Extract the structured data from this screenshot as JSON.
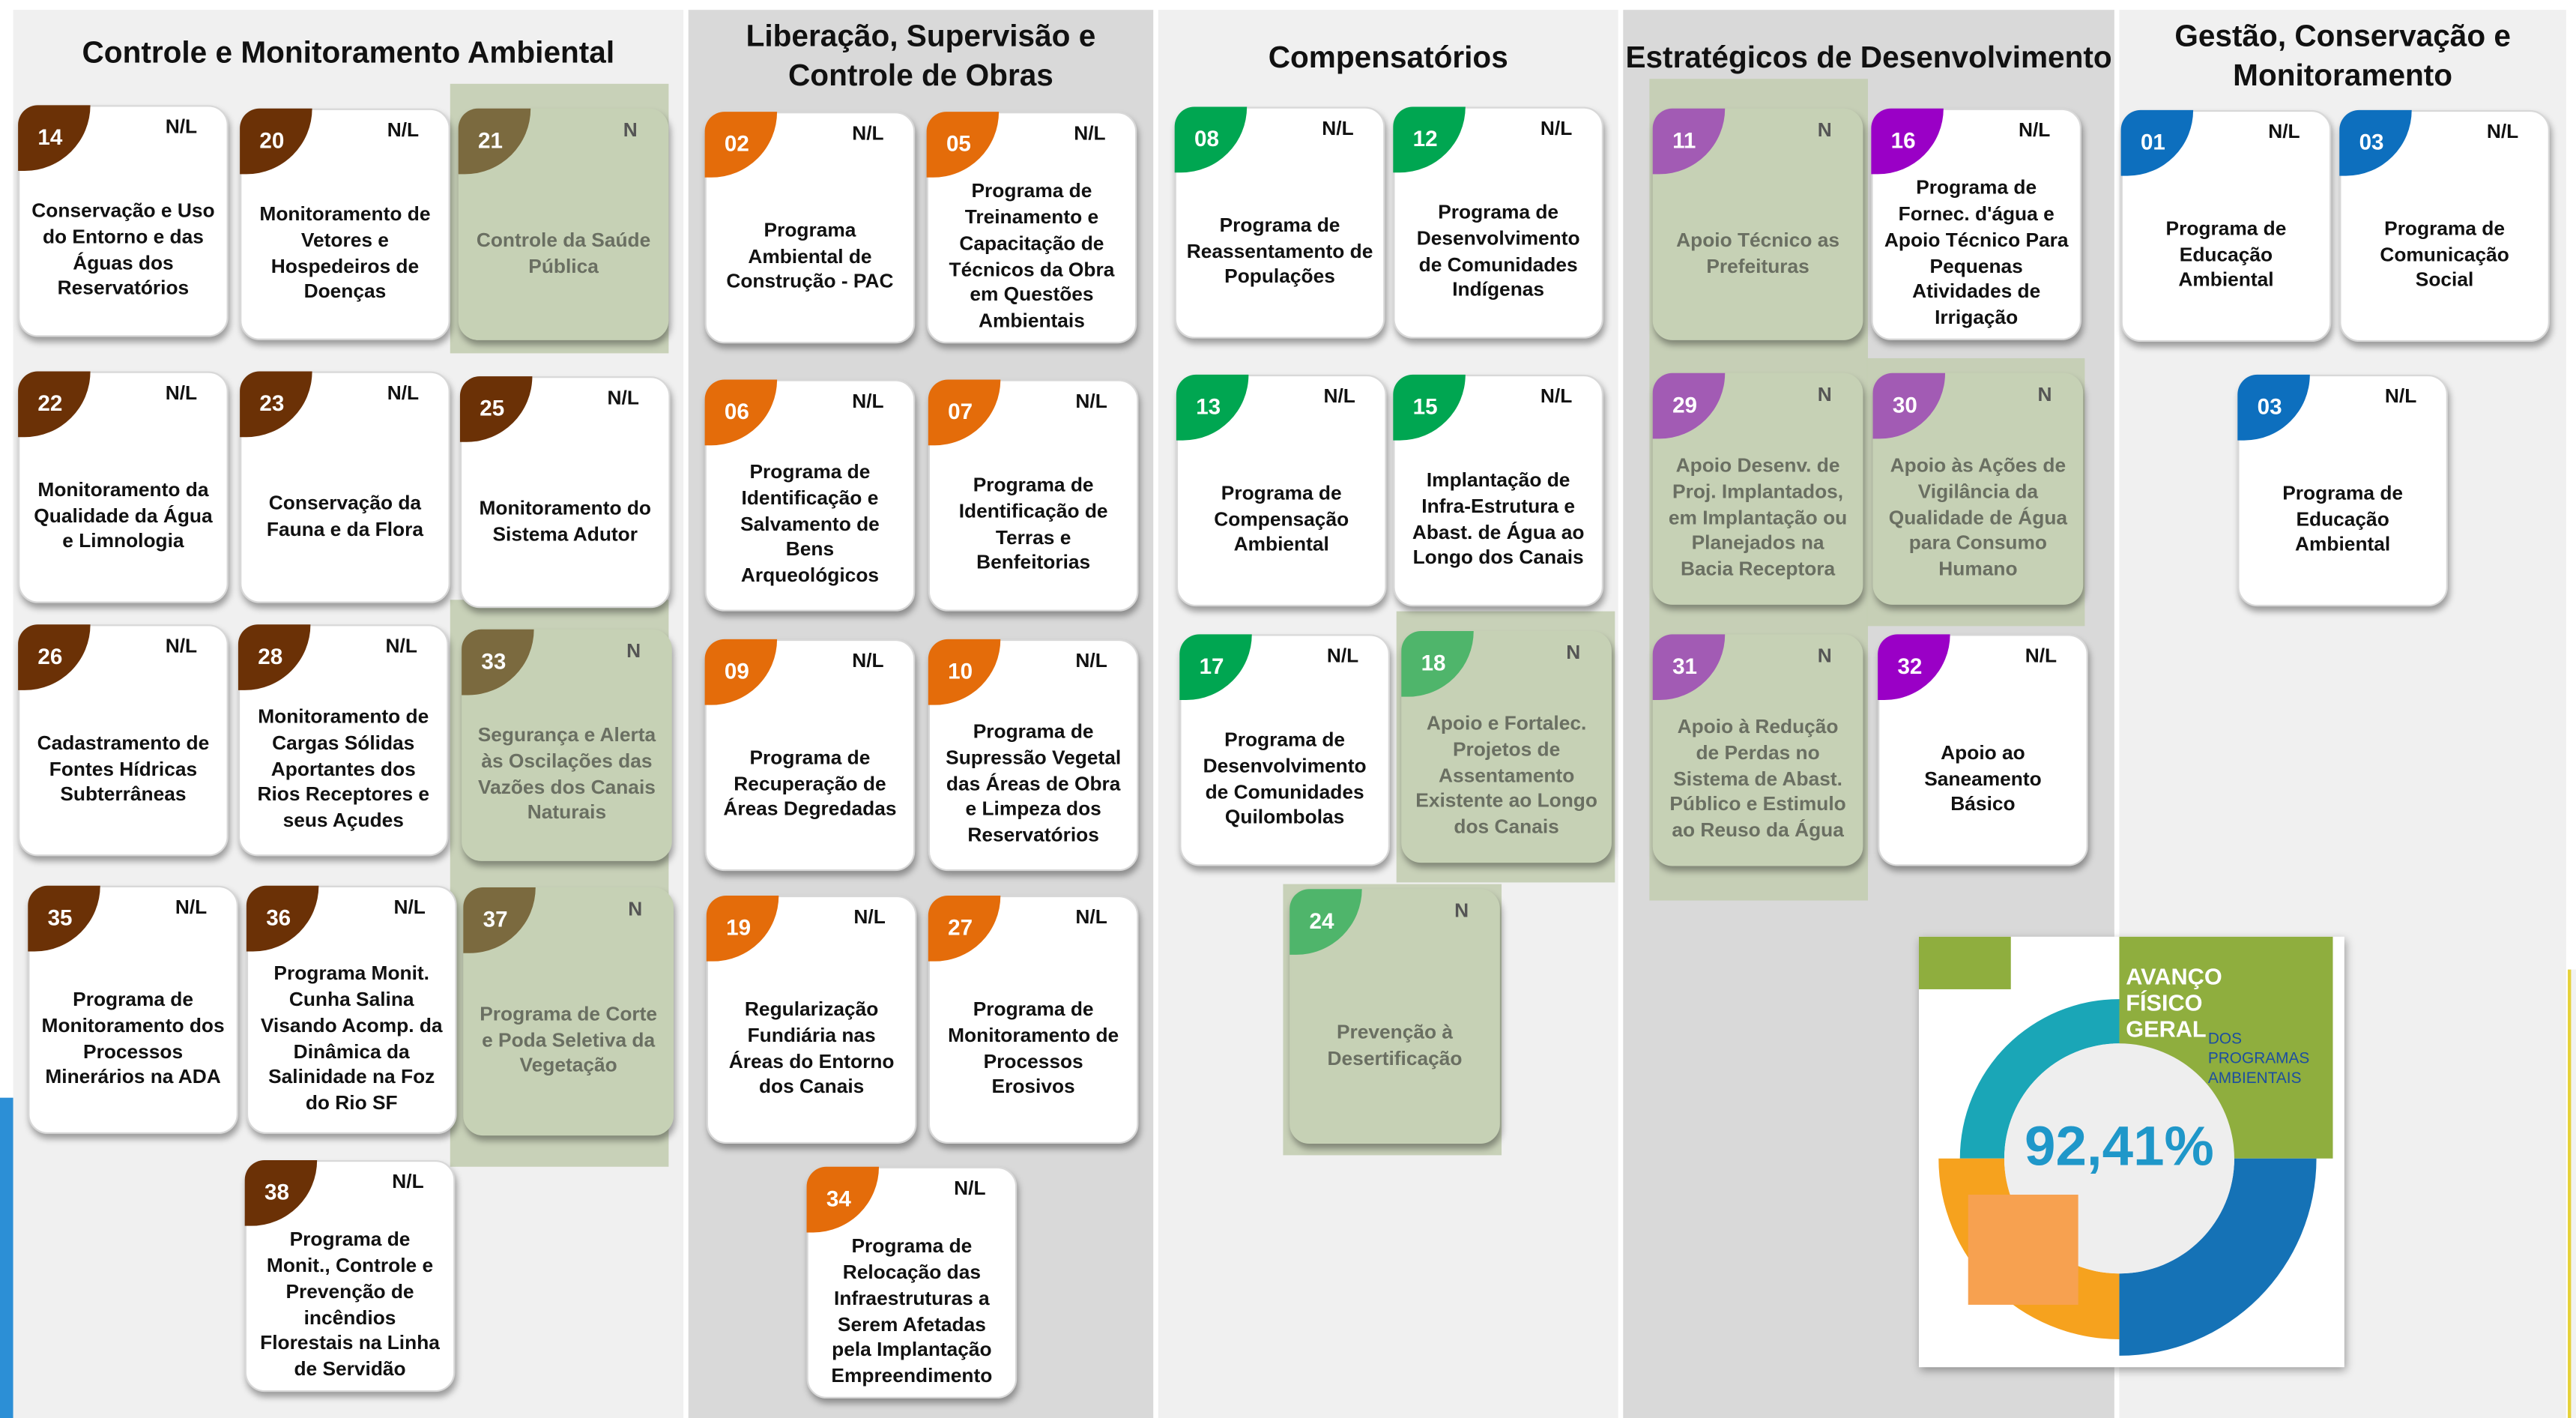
{
  "columns": [
    {
      "title": "Controle e Monitoramento Ambiental"
    },
    {
      "title": "Liberação, Supervisão e Controle de Obras"
    },
    {
      "title": "Compensatórios"
    },
    {
      "title": "Estratégicos de Desenvolvimento"
    },
    {
      "title": "Gestão, Conservação e Monitoramento"
    }
  ],
  "colors": {
    "brown": "#6b3106",
    "olive": "#7b6a3f",
    "orange": "#e46c0a",
    "green": "#00a651",
    "lightgreen": "#4fb56b",
    "purple": "#9a00c6",
    "mauve": "#a25bb4",
    "blue": "#0d6fbe",
    "highlight": "#c6d1b5"
  },
  "cards": [
    {
      "num": "14",
      "tag": "N/L",
      "title": "Conservação e Uso do Entorno e das Águas dos Reservatórios"
    },
    {
      "num": "20",
      "tag": "N/L",
      "title": "Monitoramento de Vetores e Hospedeiros de Doenças"
    },
    {
      "num": "21",
      "tag": "N",
      "title": "Controle da Saúde Pública"
    },
    {
      "num": "22",
      "tag": "N/L",
      "title": "Monitoramento da Qualidade da Água e Limnologia"
    },
    {
      "num": "23",
      "tag": "N/L",
      "title": "Conservação da Fauna e da Flora"
    },
    {
      "num": "25",
      "tag": "N/L",
      "title": "Monitoramento do Sistema Adutor"
    },
    {
      "num": "26",
      "tag": "N/L",
      "title": "Cadastramento de Fontes Hídricas Subterrâneas"
    },
    {
      "num": "28",
      "tag": "N/L",
      "title": "Monitoramento de Cargas Sólidas Aportantes dos Rios Receptores e seus Açudes"
    },
    {
      "num": "33",
      "tag": "N",
      "title": "Segurança e Alerta às Oscilações das Vazões dos Canais Naturais"
    },
    {
      "num": "35",
      "tag": "N/L",
      "title": "Programa de Monitoramento dos Processos Minerários na ADA"
    },
    {
      "num": "36",
      "tag": "N/L",
      "title": "Programa Monit. Cunha Salina Visando Acomp. da Dinâmica da Salinidade na Foz do Rio SF"
    },
    {
      "num": "37",
      "tag": "N",
      "title": "Programa de Corte e Poda Seletiva da Vegetação"
    },
    {
      "num": "38",
      "tag": "N/L",
      "title": "Programa de Monit., Controle e Prevenção de incêndios Florestais na Linha de Servidão"
    },
    {
      "num": "02",
      "tag": "N/L",
      "title": "Programa Ambiental de Construção - PAC"
    },
    {
      "num": "05",
      "tag": "N/L",
      "title": "Programa de Treinamento e Capacitação de Técnicos da Obra em Questões Ambientais"
    },
    {
      "num": "06",
      "tag": "N/L",
      "title": "Programa de Identificação e Salvamento de Bens Arqueológicos"
    },
    {
      "num": "07",
      "tag": "N/L",
      "title": "Programa de Identificação de Terras e Benfeitorias"
    },
    {
      "num": "09",
      "tag": "N/L",
      "title": "Programa de Recuperação de Áreas Degredadas"
    },
    {
      "num": "10",
      "tag": "N/L",
      "title": "Programa de Supressão Vegetal das Áreas de Obra e Limpeza dos Reservatórios"
    },
    {
      "num": "19",
      "tag": "N/L",
      "title": "Regularização Fundiária nas Áreas do Entorno dos Canais"
    },
    {
      "num": "27",
      "tag": "N/L",
      "title": "Programa de Monitoramento de Processos Erosivos"
    },
    {
      "num": "34",
      "tag": "N/L",
      "title": "Programa de Relocação das Infraestruturas a Serem Afetadas pela Implantação Empreendimento"
    },
    {
      "num": "08",
      "tag": "N/L",
      "title": "Programa de Reassentamento de Populações"
    },
    {
      "num": "12",
      "tag": "N/L",
      "title": "Programa de Desenvolvimento de Comunidades Indígenas"
    },
    {
      "num": "13",
      "tag": "N/L",
      "title": "Programa de Compensação Ambiental"
    },
    {
      "num": "15",
      "tag": "N/L",
      "title": "Implantação de Infra-Estrutura e Abast. de Água ao Longo dos Canais"
    },
    {
      "num": "17",
      "tag": "N/L",
      "title": "Programa de Desenvolvimento de Comunidades Quilombolas"
    },
    {
      "num": "18",
      "tag": "N",
      "title": "Apoio e Fortalec. Projetos de Assentamento Existente ao Longo dos Canais"
    },
    {
      "num": "24",
      "tag": "N",
      "title": "Prevenção à Desertificação"
    },
    {
      "num": "11",
      "tag": "N",
      "title": "Apoio Técnico as Prefeituras"
    },
    {
      "num": "16",
      "tag": "N/L",
      "title": "Programa de Fornec. d'água e Apoio Técnico Para Pequenas Atividades de Irrigação"
    },
    {
      "num": "29",
      "tag": "N",
      "title": "Apoio Desenv. de Proj. Implantados, em Implantação ou Planejados na Bacia Receptora"
    },
    {
      "num": "30",
      "tag": "N",
      "title": "Apoio às Ações de Vigilância da Qualidade de Água para Consumo Humano"
    },
    {
      "num": "31",
      "tag": "N",
      "title": "Apoio à Redução de Perdas no Sistema de Abast. Público e Estimulo ao Reuso da Água"
    },
    {
      "num": "32",
      "tag": "N/L",
      "title": "Apoio ao Saneamento Básico"
    },
    {
      "num": "01",
      "tag": "N/L",
      "title": "Programa de Educação Ambiental"
    },
    {
      "num": "03",
      "tag": "N/L",
      "title": "Programa de Comunicação Social"
    },
    {
      "num": "03",
      "tag": "N/L",
      "title": "Programa de Educação Ambiental"
    }
  ],
  "progress": {
    "heading_1": "AVANÇO",
    "heading_2": "FÍSICO",
    "heading_3": "GERAL",
    "sub_1": "DOS",
    "sub_2": "PROGRAMAS",
    "sub_3": "AMBIENTAIS",
    "percent_label": "92,41%",
    "percent_value": 92.41
  }
}
